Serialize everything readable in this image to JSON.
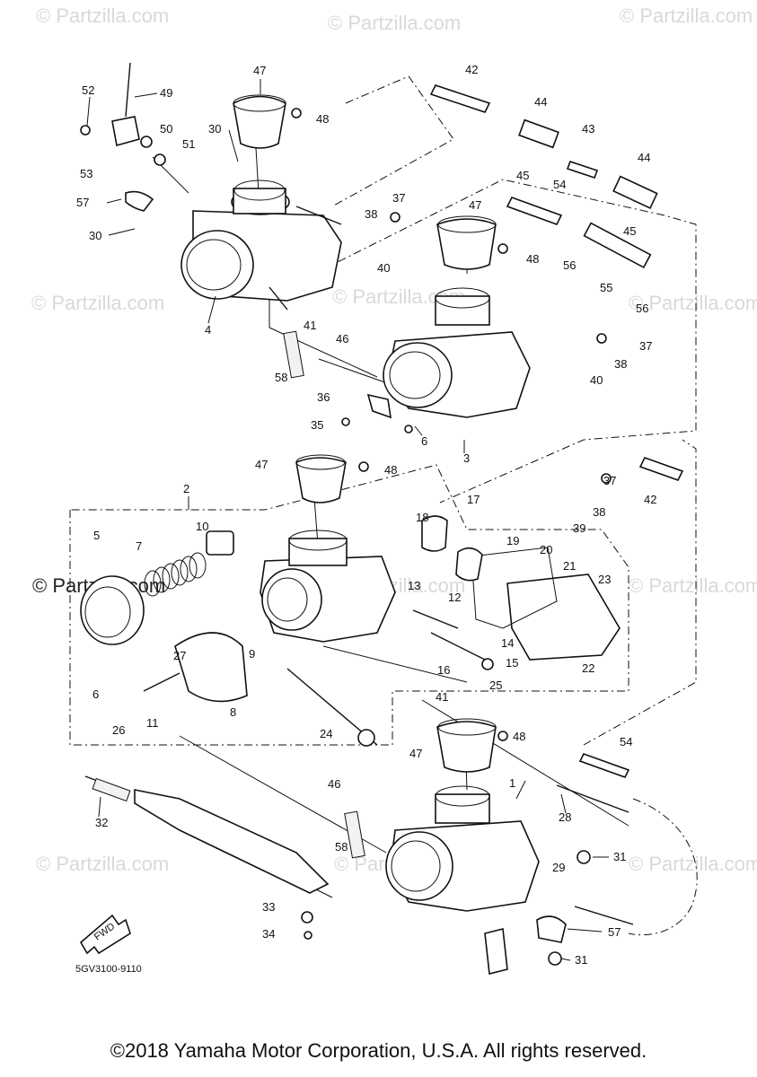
{
  "watermark": "© Partzilla.com",
  "drawing_code": "5GV3100-9110",
  "fwd_label": "FWD",
  "copyright": "©2018 Yamaha Motor Corporation, U.S.A. All rights reserved.",
  "callouts": {
    "n1": "1",
    "n2": "2",
    "n3": "3",
    "n4": "4",
    "n5": "5",
    "n6a": "6",
    "n6b": "6",
    "n7": "7",
    "n8": "8",
    "n9": "9",
    "n10": "10",
    "n11": "11",
    "n12": "12",
    "n13": "13",
    "n14": "14",
    "n15": "15",
    "n16": "16",
    "n17": "17",
    "n18": "18",
    "n19": "19",
    "n20": "20",
    "n21": "21",
    "n22": "22",
    "n23": "23",
    "n24": "24",
    "n25": "25",
    "n26": "26",
    "n27": "27",
    "n28": "28",
    "n29": "29",
    "n30a": "30",
    "n30b": "30",
    "n31a": "31",
    "n31b": "31",
    "n32": "32",
    "n33": "33",
    "n34": "34",
    "n35": "35",
    "n36": "36",
    "n37a": "37",
    "n37b": "37",
    "n37c": "37",
    "n38a": "38",
    "n38b": "38",
    "n38c": "38",
    "n39": "39",
    "n40a": "40",
    "n40b": "40",
    "n41a": "41",
    "n41b": "41",
    "n42a": "42",
    "n42b": "42",
    "n43": "43",
    "n44a": "44",
    "n44b": "44",
    "n45a": "45",
    "n45b": "45",
    "n46a": "46",
    "n46b": "46",
    "n47a": "47",
    "n47b": "47",
    "n47c": "47",
    "n47d": "47",
    "n48a": "48",
    "n48b": "48",
    "n48c": "48",
    "n48d": "48",
    "n49": "49",
    "n50": "50",
    "n51": "51",
    "n52": "52",
    "n53": "53",
    "n54a": "54",
    "n54b": "54",
    "n55": "55",
    "n56a": "56",
    "n56b": "56",
    "n57a": "57",
    "n57b": "57",
    "n58a": "58",
    "n58b": "58"
  }
}
